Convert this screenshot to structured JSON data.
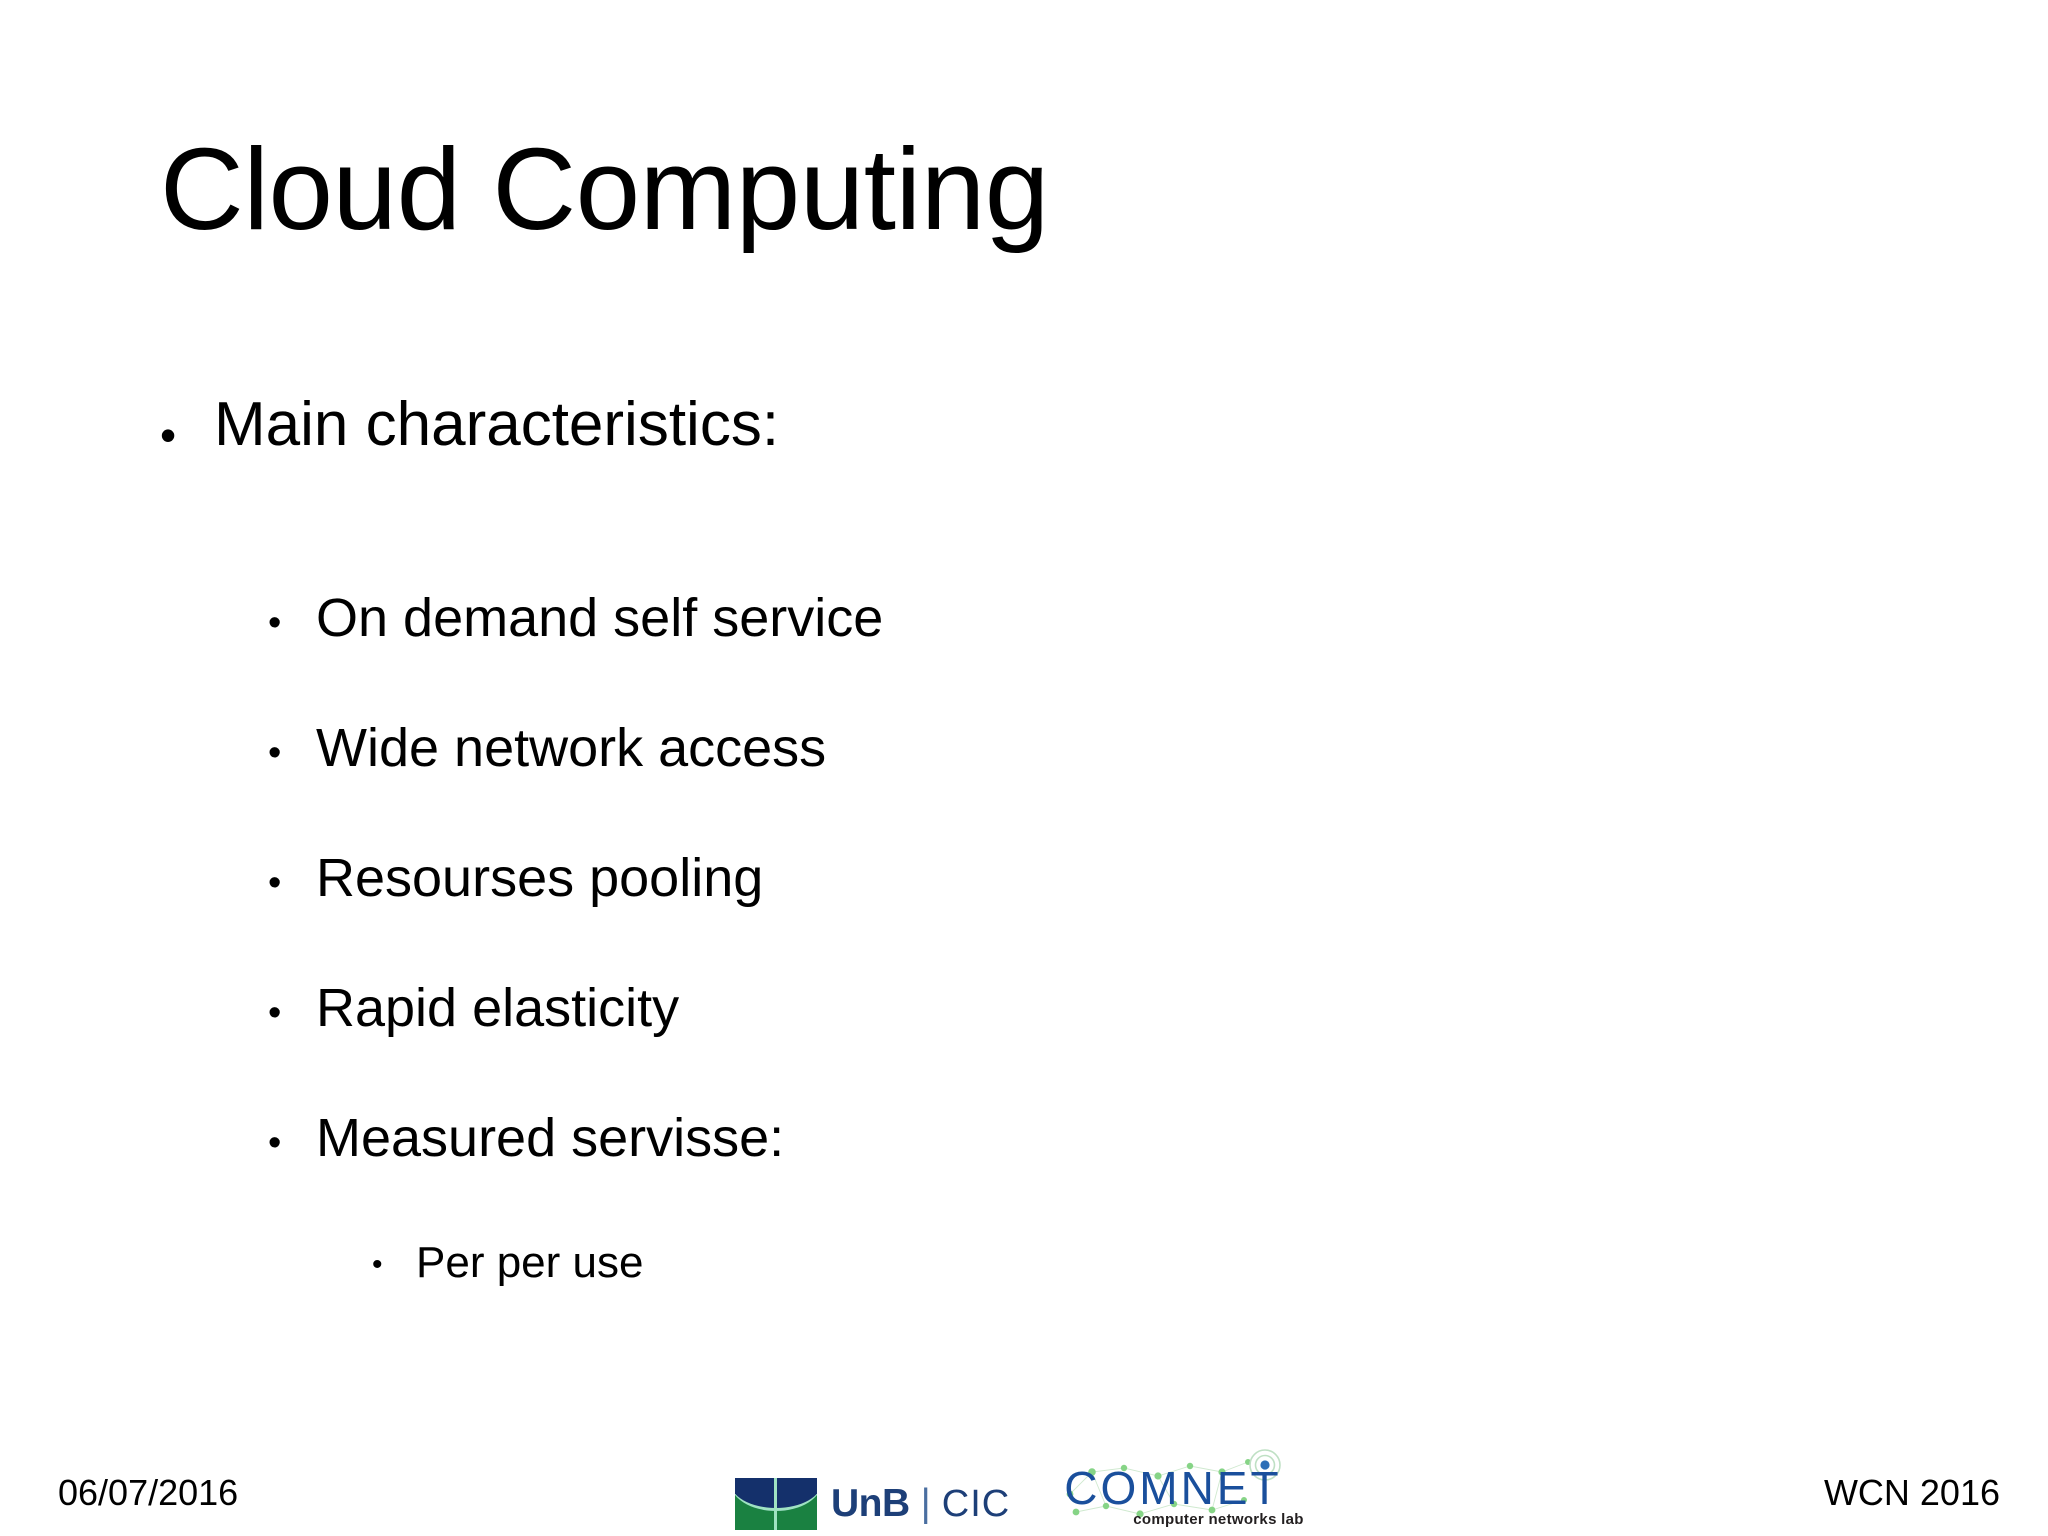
{
  "slide": {
    "title": "Cloud Computing",
    "background_color": "#ffffff",
    "text_color": "#000000"
  },
  "content": {
    "level1": [
      {
        "bullet": "•",
        "text": "Main characteristics:"
      }
    ],
    "level2": [
      {
        "bullet": "•",
        "text": "On demand self service"
      },
      {
        "bullet": "•",
        "text": "Wide network access"
      },
      {
        "bullet": "•",
        "text": "Resourses pooling"
      },
      {
        "bullet": "•",
        "text": "Rapid elasticity"
      },
      {
        "bullet": "•",
        "text": "Measured servisse:"
      }
    ],
    "level3": [
      {
        "bullet": "•",
        "text": "Per per use"
      }
    ]
  },
  "footer": {
    "date": "06/07/2016",
    "event": "WCN 2016",
    "logos": {
      "unb": {
        "name": "UnB",
        "separator": "|",
        "department": "CIC",
        "mark_green": "#1a8141",
        "mark_blue": "#14306b",
        "text_color": "#1d3f78"
      },
      "comnet": {
        "name": "COMNET",
        "tagline": "computer networks lab",
        "text_color": "#1a4f9c",
        "node_color": "#7ed47e"
      }
    }
  }
}
